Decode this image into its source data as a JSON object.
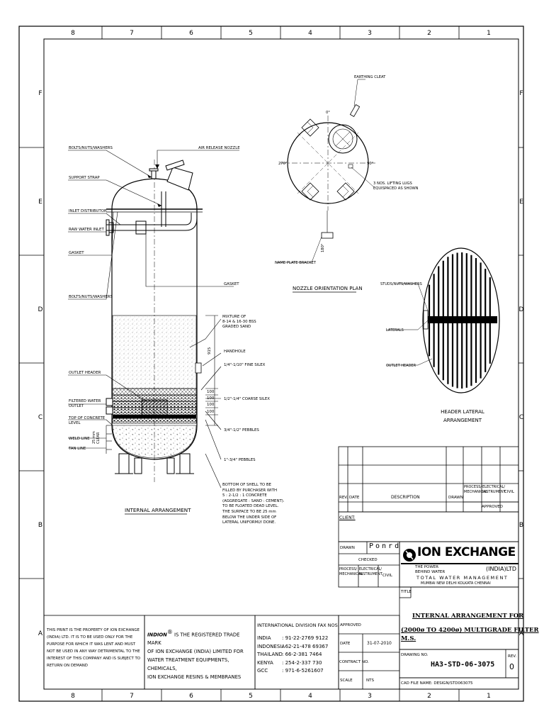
{
  "grid": {
    "cols": [
      "8",
      "7",
      "6",
      "5",
      "4",
      "3",
      "2",
      "1"
    ],
    "rows": [
      "F",
      "E",
      "D",
      "C",
      "B",
      "A"
    ]
  },
  "labels": {
    "bolts_top": "BOLTS/NUTS/WASHERS",
    "air_release": "AIR RELEASE NOZZLE",
    "support_strap": "SUPPORT STRAP",
    "inlet_distributor": "INLET DISTRIBUTOR",
    "raw_water_inlet": "RAW WATER INLET",
    "gasket_left": "GASKET",
    "gasket_right": "GASKET",
    "bolts_mid": "BOLTS/NUTS/WASHERS",
    "mixture": "MIXTURE OF\n8-14 & 16-30 BSS\nGRADED SAND",
    "handhole": "HANDHOLE",
    "fine_silex": "1/4\"-1/10\" FINE SILEX",
    "coarse_silex": "1/2\"-1/4\" COARSE SILEX",
    "pebbles_34_12": "3/4\"-1/2\" PEBBLES",
    "pebbles_1_34": "1\"-3/4\" PEBBLES",
    "outlet_header": "OUTLET HEADER",
    "filtered_water_outlet": "FILTERED WATER\nOUTLET",
    "top_concrete": "TOP OF CONCRETE\nLEVEL",
    "weld_line": "WELD LINE",
    "tan_line": "TAN LINE",
    "dim_915": "915",
    "dim_100": "100",
    "dim_25": "25 mm\nCLEAR",
    "bottom_note": "BOTTOM OF SHELL TO BE\nFILLED BY PURCHASER WITH\n5 : 2-1/2 : 1 CONCRETE\n(AGGREGATE : SAND : CEMENT).\nTO BE FLOATED DEAD LEVEL.\nTHE SURFACE TO BE 25 mm\nBELOW THE UNDER SIDE OF\nLATERAL UNIFORMLY DONE.",
    "internal_arrangement": "INTERNAL ARRANGEMENT",
    "earthing_cleat": "EARTHING CLEAT",
    "lifting_lugs": "3 NOS. LIFTING LUGS\nEQUISPACED AS SHOWN",
    "name_plate": "NAME PLATE BRACKET",
    "nozzle_plan": "NOZZLE ORIENTATION PLAN",
    "deg_0": "0°",
    "deg_90": "90°",
    "deg_270": "270°",
    "deg_180": "180°",
    "studs": "STUDS/NUTS/WASHERS",
    "laterals": "LATERALS",
    "outlet_header_plan": "OUTLET HEADER",
    "header_lateral": "HEADER LATERAL\nARRANGEMENT"
  },
  "title_block": {
    "rev": "REV.",
    "date": "DATE",
    "description": "DESCRIPTION",
    "drawn": "DRAWN",
    "process_mech": "PROCESS/\nMECHANICAL",
    "elec_inst": "ELECTRICAL/\nINSTRUMENT",
    "civil": "CIVIL",
    "approved": "APPROVED",
    "client": "CLIENT:",
    "drawn_row": "DRAWN",
    "drawn_name": "Ponrd",
    "checked": "CHECKED",
    "company": "ION EXCHANGE",
    "india_ltd": "(INDIA)LTD",
    "power_behind": "THE POWER\nBEHIND WATER",
    "twm": "TOTAL WATER MANAGEMENT",
    "cities": "MUMBAI NEW DELHI KOLKATA CHENNAI",
    "title_label": "TITLE",
    "title_line1": "INTERNAL ARRANGEMENT FOR",
    "title_line2": "(2000ø TO 4200ø) MULTIGRADE FILTER M.S.",
    "approved_row": "APPROVED",
    "date_row": "DATE",
    "date_value": "31-07-2010",
    "contract_no": "CONTRACT NO.",
    "scale": "SCALE",
    "scale_value": "NTS",
    "drawing_no_label": "DRAWING NO.",
    "drawing_no": "HA3-STD-06-3075",
    "rev_label": "REV.",
    "rev_value": "0",
    "cad_file": "CAD FILE NAME: DESIGN/STD063075"
  },
  "footer": {
    "property_note": "THIS PRINT IS THE PROPERTY OF ION EXCHANGE\n(INDIA) LTD. IT IS TO BE USED ONLY FOR THE\nPURPOSE FOR WHICH IT WAS LENT AND MUST\nNOT BE USED IN ANY WAY DETRIMENTAL TO THE\nINTEREST OF THIS COMPANY AND IS SUBJECT TO\nRETURN ON DEMAND",
    "indion_word": "INDION",
    "reg_mark": "®",
    "indion_text_1": " IS THE REGISTERED TRADE MARK",
    "indion_text_2": "OF ION EXCHANGE (INDIA) LIMITED FOR\nWATER TREATMENT EQUIPMENTS, CHEMICALS,\nION EXCHANGE RESINS & MEMBRANES",
    "fax_heading": "INTERNATIONAL DIVISION FAX NOS.",
    "fax": [
      {
        "country": "INDIA",
        "number": ": 91-22-2769 9122"
      },
      {
        "country": "INDONESIA",
        "number": ": 62-21-478 69367"
      },
      {
        "country": "THAILAND",
        "number": ": 66-2-381 7464"
      },
      {
        "country": "KENYA",
        "number": ": 254-2-337 730"
      },
      {
        "country": "GCC",
        "number": ": 971-6-5261607"
      }
    ]
  }
}
